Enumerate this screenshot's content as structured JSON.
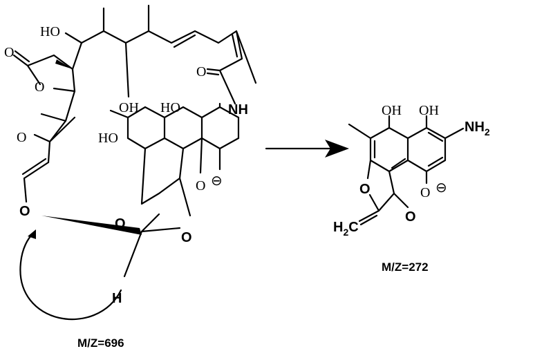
{
  "reactant": {
    "labels": {
      "ho_top": "HO",
      "oh_mid": "OH",
      "o_carbonyl_lactone": "O",
      "o_lactone": "O",
      "o_amide": "O",
      "nh": "NH",
      "ho_ring1": "HO",
      "ho_ring2": "HO",
      "o_phenolate": "O",
      "minus": "⊖",
      "o_methoxy": "O",
      "o_enol": "O",
      "o_furan": "O",
      "o_ketone": "O",
      "h": "H"
    },
    "mz_label": "M/Z=696"
  },
  "product": {
    "labels": {
      "oh1": "OH",
      "oh2": "OH",
      "nh2": "NH",
      "nh2_sub": "2",
      "o_furan": "O",
      "o_ketone": "O",
      "o_phenolate": "O",
      "minus": "⊖",
      "h2c": "H",
      "h2c_sub": "2",
      "h2c_c": "C"
    },
    "mz_label": "M/Z=272"
  }
}
